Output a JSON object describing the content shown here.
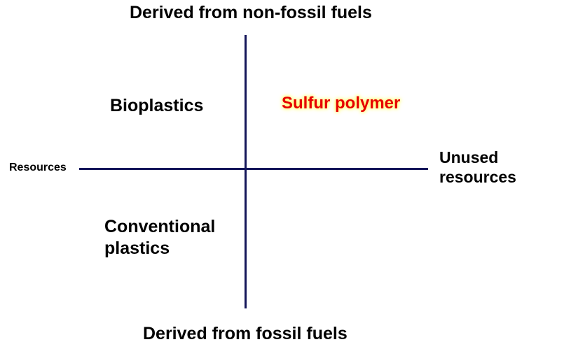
{
  "axes": {
    "top": "Derived from non-fossil fuels",
    "bottom": "Derived from fossil fuels",
    "left": "Resources",
    "right": "Unused resources",
    "right_lines": [
      "Unused",
      "resources"
    ],
    "line_color": "#14165a"
  },
  "quadrants": {
    "top_left": "Bioplastics",
    "top_right": "Sulfur polymer",
    "bottom_left_lines": [
      "Conventional",
      "plastics"
    ],
    "bottom_right": ""
  },
  "colors": {
    "highlight_text": "#e60000",
    "highlight_glow": "#ffff66"
  }
}
